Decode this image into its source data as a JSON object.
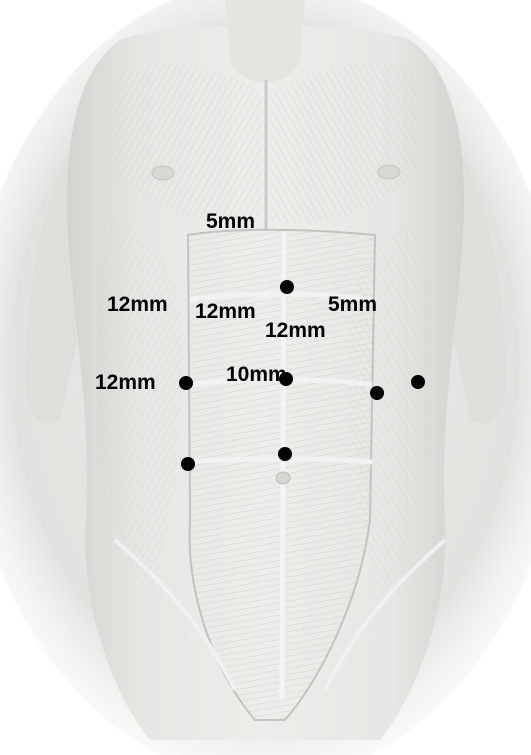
{
  "figure": {
    "labels": [
      "5mm",
      "12mm",
      "12mm",
      "12mm",
      "5mm",
      "12mm",
      "10mm"
    ]
  },
  "colors": {
    "skin_light": "#efefec",
    "skin_mid": "#dcdcd8",
    "skin_shadow": "#bdbdb8",
    "ink": "#000000"
  }
}
